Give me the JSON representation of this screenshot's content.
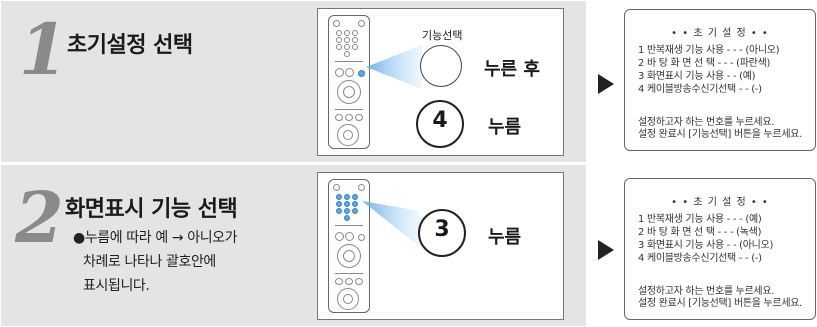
{
  "steps": [
    {
      "number": "1",
      "title": "초기설정 선택",
      "button_label": "기능선택",
      "press_after": "누른 후",
      "number_button": "4",
      "press": "누름",
      "screen": {
        "header": "• • 초 기 설 정 • •",
        "items": [
          "1 반복재생 기능 사용 - - - (아니오)",
          "2 바 탕 화 면 선 택 - - - (파란색)",
          "3 화면표시 기능 사용  - - (예)",
          "4 케이블방송수신기선택  - - (-)"
        ],
        "footer": [
          "설정하고자 하는 번호를 누르세요.",
          "설정 완료시 [기능선택] 버튼을 누르세요."
        ]
      }
    },
    {
      "number": "2",
      "title": "화면표시 기능 선택",
      "notes": [
        "●누름에 따라 예 → 아니오가",
        "차례로 나타나 괄호안에",
        "표시됩니다."
      ],
      "number_button": "3",
      "press": "누름",
      "screen": {
        "header": "• • 초 기 설 정 • •",
        "items": [
          "1 반복재생 기능 사용 - - - (예)",
          "2 바 탕 화 면 선 택 - - - (녹색)",
          "3 화면표시 기능 사용  - - (아니오)",
          "4 케이블방송수신기선택  - - (-)"
        ],
        "footer": [
          "설정하고자 하는 번호를 누르세요.",
          "설정 완료시 [기능선택] 버튼을 누르세요."
        ]
      }
    }
  ],
  "colors": {
    "panel": "#e4e4e4",
    "step_number": "#8a8a8a",
    "highlight": "#5aa9e6"
  }
}
